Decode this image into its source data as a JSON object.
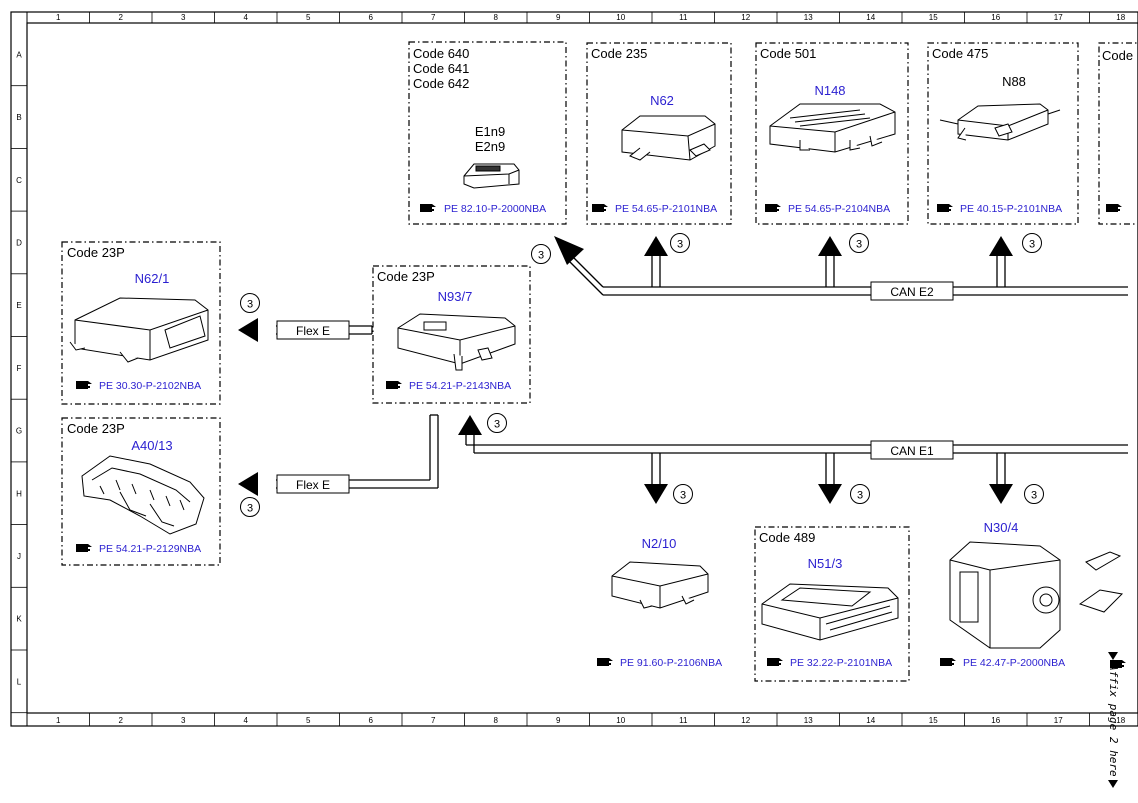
{
  "grid": {
    "columns": [
      "1",
      "2",
      "3",
      "4",
      "5",
      "6",
      "7",
      "8",
      "9",
      "10",
      "11",
      "12",
      "13",
      "14",
      "15",
      "16",
      "17",
      "18"
    ],
    "rows": [
      "A",
      "B",
      "C",
      "D",
      "E",
      "F",
      "G",
      "H",
      "J",
      "K",
      "L"
    ]
  },
  "modules": {
    "e1n9": {
      "codes": [
        "Code 640",
        "Code 641",
        "Code 642"
      ],
      "labels": [
        "E1n9",
        "E2n9"
      ],
      "ref": "PE 82.10-P-2000NBA"
    },
    "n62": {
      "code": "Code 235",
      "label": "N62",
      "ref": "PE 54.65-P-2101NBA"
    },
    "n148": {
      "code": "Code 501",
      "label": "N148",
      "ref": "PE 54.65-P-2104NBA"
    },
    "n88": {
      "code": "Code 475",
      "label": "N88",
      "ref": "PE 40.15-P-2101NBA"
    },
    "partial": {
      "code": "Code"
    },
    "n62_1": {
      "code": "Code 23P",
      "label": "N62/1",
      "ref": "PE 30.30-P-2102NBA"
    },
    "n93_7": {
      "code": "Code 23P",
      "label": "N93/7",
      "ref": "PE 54.21-P-2143NBA"
    },
    "a40_13": {
      "code": "Code 23P",
      "label": "A40/13",
      "ref": "PE 54.21-P-2129NBA"
    },
    "n2_10": {
      "label": "N2/10",
      "ref": "PE 91.60-P-2106NBA"
    },
    "n51_3": {
      "code": "Code 489",
      "label": "N51/3",
      "ref": "PE 32.22-P-2101NBA"
    },
    "n30_4": {
      "label": "N30/4",
      "ref": "PE 42.47-P-2000NBA"
    }
  },
  "buses": {
    "can_e2": "CAN E2",
    "can_e1": "CAN E1",
    "flex_e_top": "Flex E",
    "flex_e_bottom": "Flex E"
  },
  "connector_marker": "3",
  "affix_note": "Affix page 2 here",
  "colors": {
    "link": "#2a1fd0",
    "line": "#000000"
  }
}
